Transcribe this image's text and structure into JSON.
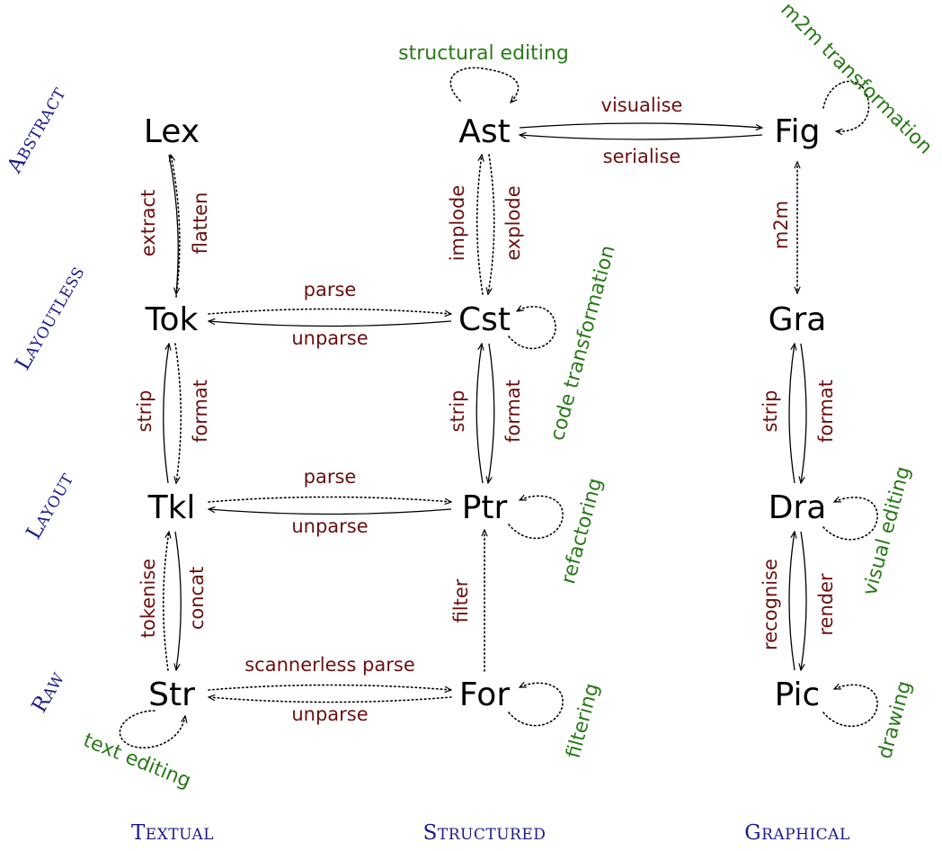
{
  "levels": {
    "abstract": "Abstract",
    "layoutless": "Layoutless",
    "layout": "Layout",
    "raw": "Raw"
  },
  "columns": {
    "textual": "Textual",
    "structured": "Structured",
    "graphical": "Graphical"
  },
  "nodes": {
    "lex": "Lex",
    "tok": "Tok",
    "tkl": "Tkl",
    "str": "Str",
    "ast": "Ast",
    "cst": "Cst",
    "ptr": "Ptr",
    "for": "For",
    "fig": "Fig",
    "gra": "Gra",
    "dra": "Dra",
    "pic": "Pic"
  },
  "edges": {
    "extract": "extract",
    "flatten": "flatten",
    "strip_tok": "strip",
    "format_tok": "format",
    "tokenise": "tokenise",
    "concat": "concat",
    "implode": "implode",
    "explode": "explode",
    "strip_cst": "strip",
    "format_cst": "format",
    "filter": "filter",
    "m2m": "m2m",
    "strip_gra": "strip",
    "format_gra": "format",
    "recognise": "recognise",
    "render": "render",
    "visualise": "visualise",
    "serialise": "serialise",
    "parse_tok": "parse",
    "unparse_tok": "unparse",
    "parse_tkl": "parse",
    "unparse_tkl": "unparse",
    "scannerless_parse": "scannerless parse",
    "unparse_str": "unparse"
  },
  "loops": {
    "structural_editing": "structural editing",
    "m2m_transformation": "m2m transformation",
    "code_transformation": "code transformation",
    "refactoring": "refactoring",
    "visual_editing": "visual editing",
    "filtering": "filtering",
    "drawing": "drawing",
    "text_editing": "text editing"
  },
  "colors": {
    "edge_label": "#6b0f0f",
    "loop_label": "#2a7a1a",
    "level_label": "#1a1a8c"
  }
}
